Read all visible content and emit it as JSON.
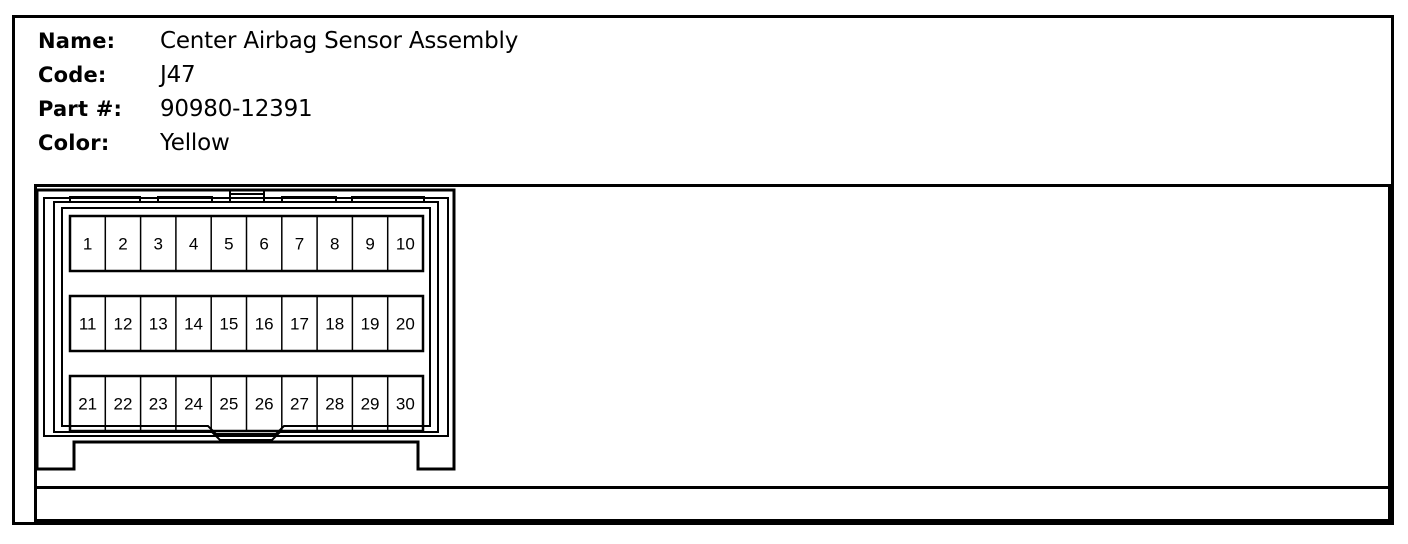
{
  "info": [
    {
      "label": "Name:",
      "value": "Center Airbag Sensor Assembly"
    },
    {
      "label": "Code:",
      "value": "J47"
    },
    {
      "label": "Part #:",
      "value": "90980-12391"
    },
    {
      "label": "Color:",
      "value": "Yellow"
    }
  ],
  "connector": {
    "rows": [
      [
        "1",
        "2",
        "3",
        "4",
        "5",
        "6",
        "7",
        "8",
        "9",
        "10"
      ],
      [
        "11",
        "12",
        "13",
        "14",
        "15",
        "16",
        "17",
        "18",
        "19",
        "20"
      ],
      [
        "21",
        "22",
        "23",
        "24",
        "25",
        "26",
        "27",
        "28",
        "29",
        "30"
      ]
    ]
  }
}
